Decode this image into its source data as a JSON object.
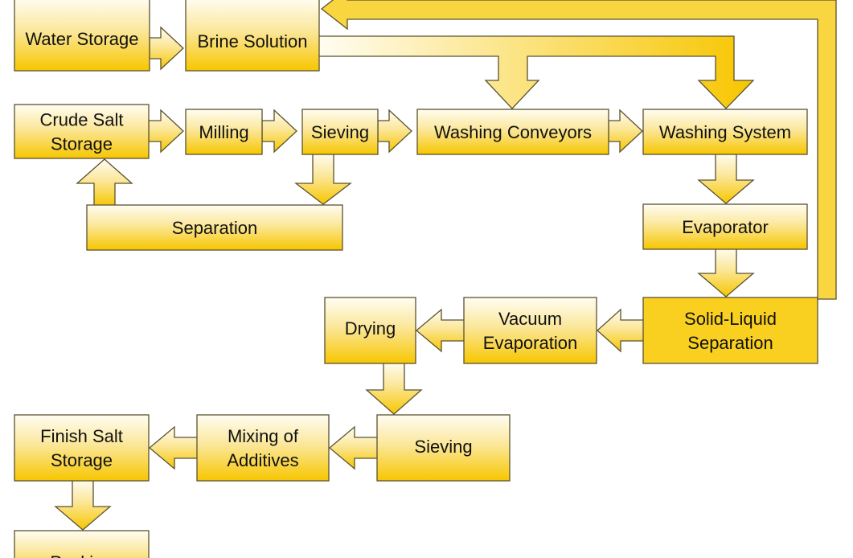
{
  "colors": {
    "gold": "#f7c600",
    "light": "#fffdf2",
    "stroke": "#5a5230"
  },
  "nodes": {
    "water_storage": [
      "Water Storage"
    ],
    "brine_solution": [
      "Brine Solution"
    ],
    "crude_salt_storage": [
      "Crude Salt",
      "Storage"
    ],
    "milling": [
      "Milling"
    ],
    "sieving_1": [
      "Sieving"
    ],
    "washing_conveyors": [
      "Washing Conveyors"
    ],
    "washing_system": [
      "Washing System"
    ],
    "separation": [
      "Separation"
    ],
    "evaporator": [
      "Evaporator"
    ],
    "solid_liquid_separation": [
      "Solid-Liquid",
      "Separation"
    ],
    "vacuum_evaporation": [
      "Vacuum",
      "Evaporation"
    ],
    "drying": [
      "Drying"
    ],
    "sieving_2": [
      "Sieving"
    ],
    "mixing_of_additives": [
      "Mixing of",
      "Additives"
    ],
    "finish_salt_storage": [
      "Finish Salt",
      "Storage"
    ],
    "packing": [
      "Packing"
    ]
  },
  "edges": [
    [
      "water_storage",
      "brine_solution"
    ],
    [
      "crude_salt_storage",
      "milling"
    ],
    [
      "milling",
      "sieving_1"
    ],
    [
      "sieving_1",
      "washing_conveyors"
    ],
    [
      "washing_conveyors",
      "washing_system"
    ],
    [
      "sieving_1",
      "separation"
    ],
    [
      "separation",
      "crude_salt_storage"
    ],
    [
      "brine_solution",
      "washing_conveyors"
    ],
    [
      "brine_solution",
      "washing_system"
    ],
    [
      "washing_system",
      "evaporator"
    ],
    [
      "evaporator",
      "solid_liquid_separation"
    ],
    [
      "solid_liquid_separation",
      "brine_solution"
    ],
    [
      "solid_liquid_separation",
      "vacuum_evaporation"
    ],
    [
      "vacuum_evaporation",
      "drying"
    ],
    [
      "drying",
      "sieving_2"
    ],
    [
      "sieving_2",
      "mixing_of_additives"
    ],
    [
      "mixing_of_additives",
      "finish_salt_storage"
    ],
    [
      "finish_salt_storage",
      "packing"
    ]
  ]
}
